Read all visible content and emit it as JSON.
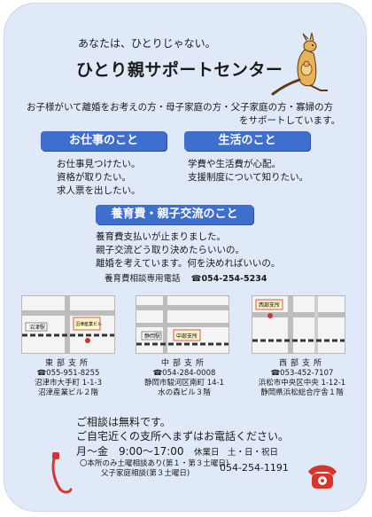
{
  "header": {
    "subtitle": "あなたは、ひとりじゃない。",
    "title": "ひとり親サポートセンター"
  },
  "intro": {
    "line1": "お子様がいて離婚をお考えの方・母子家庭の方・父子家庭の方・寡婦の方",
    "line2": "をサポートしています。"
  },
  "sections": {
    "work": {
      "heading": "お仕事のこと",
      "items": [
        "お仕事見つけたい。",
        "資格が取りたい。",
        "求人票を出したい。"
      ]
    },
    "life": {
      "heading": "生活のこと",
      "items": [
        "学費や生活費が心配。",
        "支援制度について知りたい。"
      ]
    },
    "child": {
      "heading": "養育費・親子交流のこと",
      "items": [
        "養育費支払いが止まりました。",
        "親子交流どう取り決めたらいいの。",
        "離婚を考えています。何を決めればいいの。"
      ],
      "hotline_label": "養育費相談専用電話",
      "hotline_number": "☎054-254-5234"
    }
  },
  "branches": [
    {
      "name": "東部支所",
      "phone": "☎055-951-8255",
      "address1": "沼津市大手町 1-1-3",
      "address2": "沼津産業ビル２階",
      "map_labels": [
        "沼津駅",
        "沼津産業ビル"
      ]
    },
    {
      "name": "中部支所",
      "phone": "☎054-284-0008",
      "address1": "静岡市駿河区南町 14-1",
      "address2": "水の森ビル３階",
      "map_labels": [
        "静岡駅",
        "中部支所"
      ]
    },
    {
      "name": "西部支所",
      "phone": "☎053-452-7107",
      "address1": "浜松市中央区中央 1-12-1",
      "address2": "静岡県浜松総合庁舎１階",
      "map_labels": [
        "西部支所"
      ]
    }
  ],
  "footer": {
    "consult1": "ご相談は無料です。",
    "consult2": "ご自宅近くの支所へまずはお電話ください。",
    "hours": "月〜金　9:00〜17:00",
    "closed": "休業日　土・日・祝日",
    "note1": "〇本所のみ土曜相談あり(第１・第３土曜日)",
    "note2": "父子家庭相談(第３土曜日)",
    "main_phone": "054-254-1191"
  },
  "colors": {
    "card_bg": "#dfe9f8",
    "pill": "#3f6fce",
    "phone_icon": "#d9352b"
  },
  "icons": {
    "mascot": "kangaroo-icon",
    "phone": "telephone-icon"
  }
}
